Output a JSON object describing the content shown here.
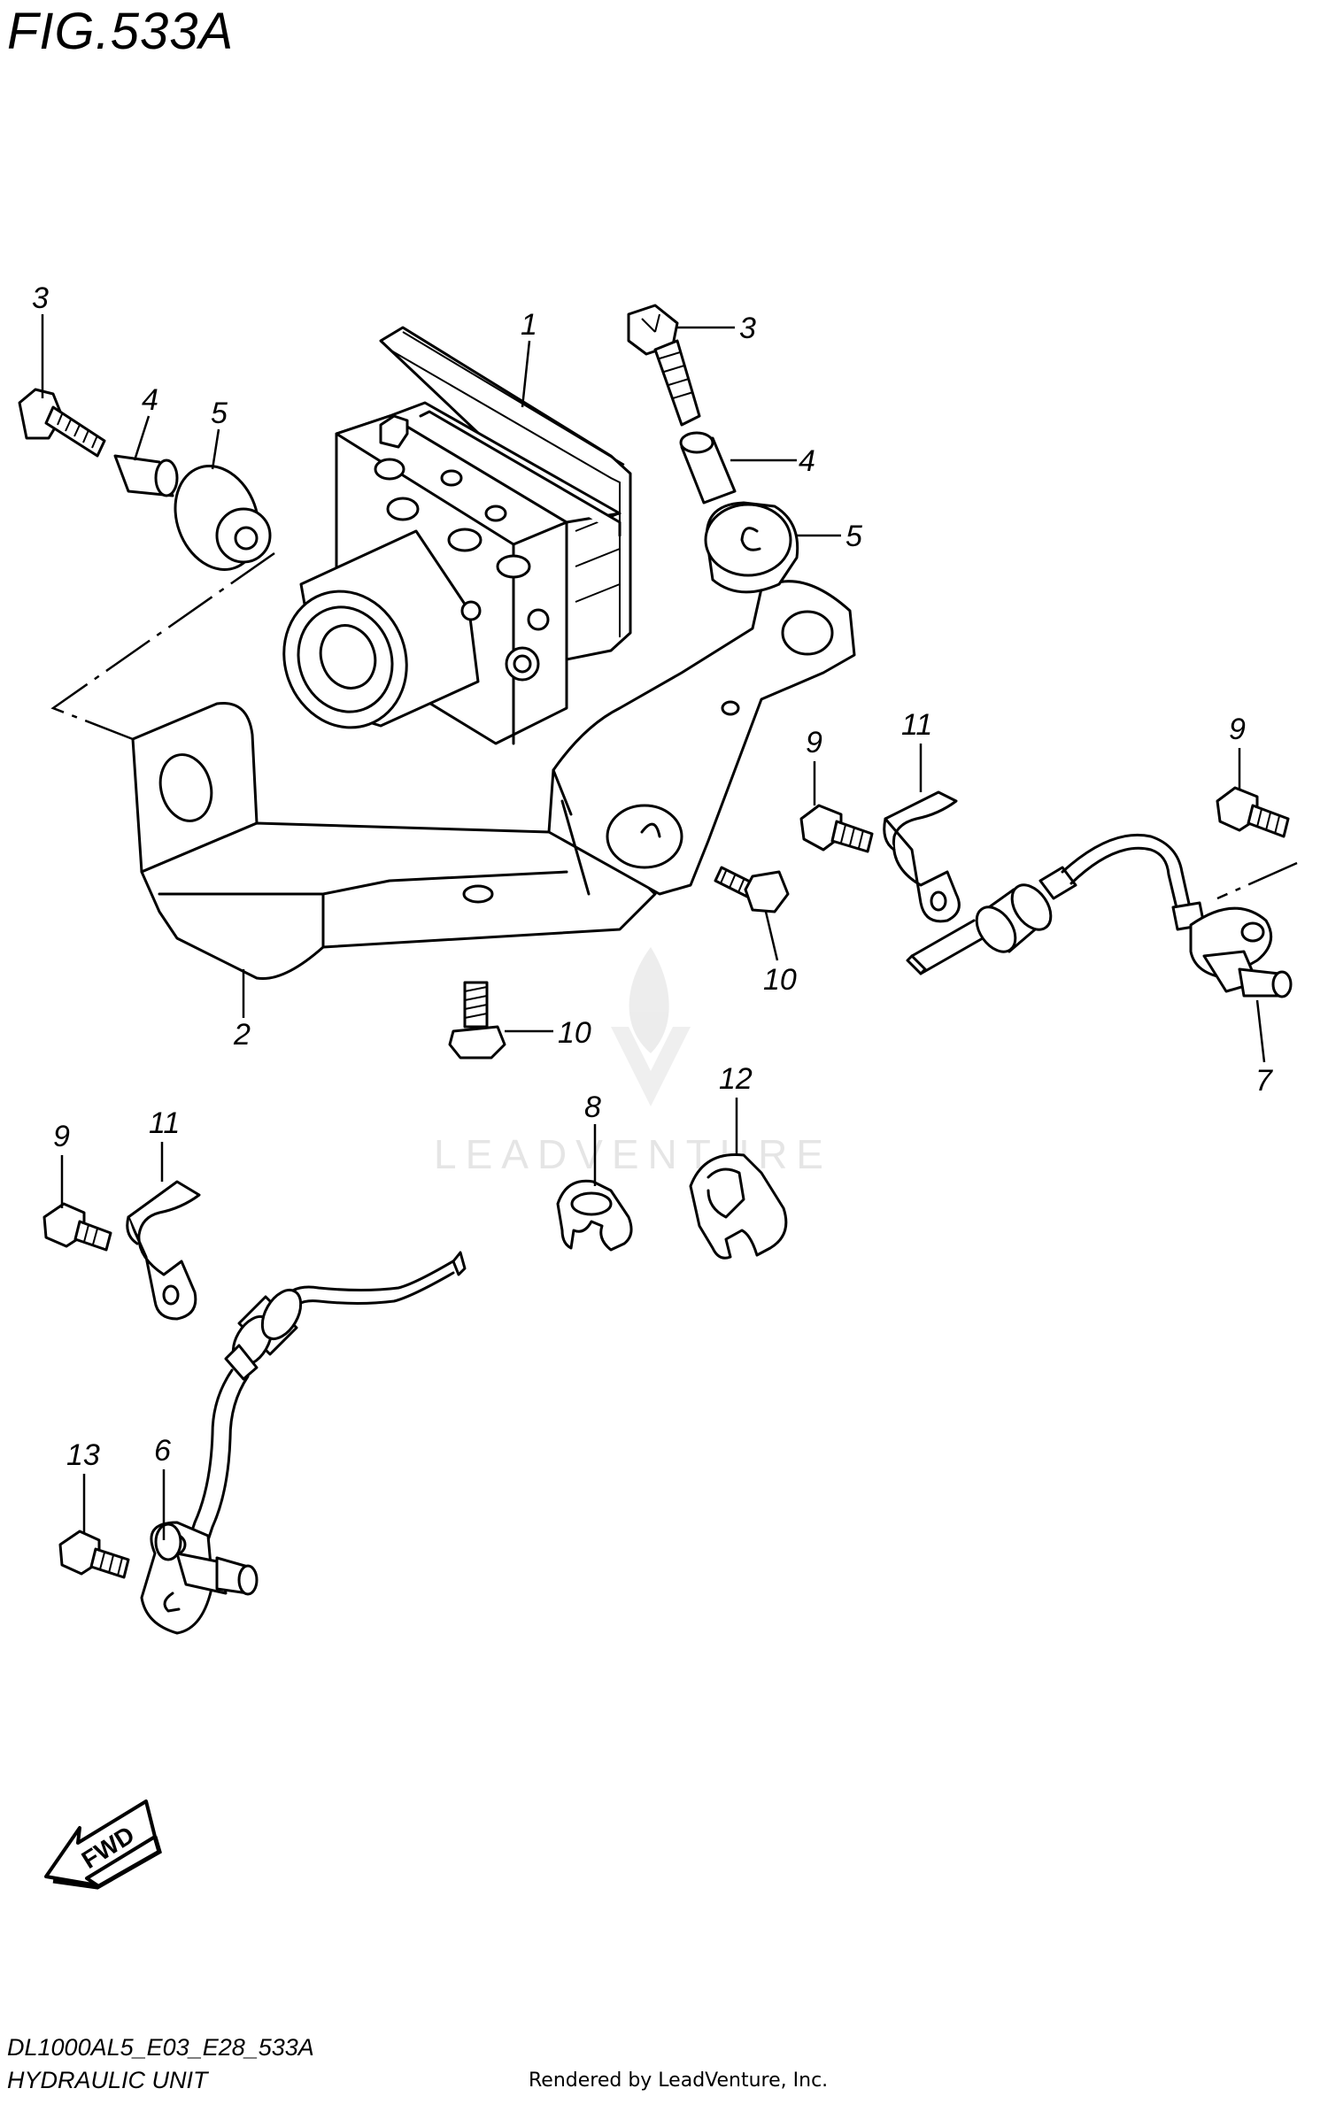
{
  "figure": {
    "title": "FIG.533A",
    "model_code": "DL1000AL5_E03_E28_533A",
    "subtitle": "HYDRAULIC UNIT",
    "rendered_by": "Rendered by LeadVenture, Inc."
  },
  "watermark": {
    "text": "LEADVENTURE"
  },
  "fwd_arrow": {
    "label": "FWD"
  },
  "callouts": [
    "1",
    "3",
    "4",
    "5",
    "3",
    "4",
    "5",
    "2",
    "9",
    "11",
    "9",
    "10",
    "10",
    "7",
    "9",
    "11",
    "8",
    "12",
    "13",
    "6"
  ],
  "parts": [
    {
      "ref": "1",
      "name": "hydraulic-unit"
    },
    {
      "ref": "2",
      "name": "bracket"
    },
    {
      "ref": "3",
      "name": "bolt"
    },
    {
      "ref": "4",
      "name": "collar"
    },
    {
      "ref": "5",
      "name": "cushion"
    },
    {
      "ref": "6",
      "name": "front-wheel-speed-sensor"
    },
    {
      "ref": "7",
      "name": "rear-wheel-speed-sensor"
    },
    {
      "ref": "8",
      "name": "clamp"
    },
    {
      "ref": "9",
      "name": "bolt"
    },
    {
      "ref": "10",
      "name": "bolt"
    },
    {
      "ref": "11",
      "name": "clamp"
    },
    {
      "ref": "12",
      "name": "clamp"
    },
    {
      "ref": "13",
      "name": "bolt"
    }
  ]
}
